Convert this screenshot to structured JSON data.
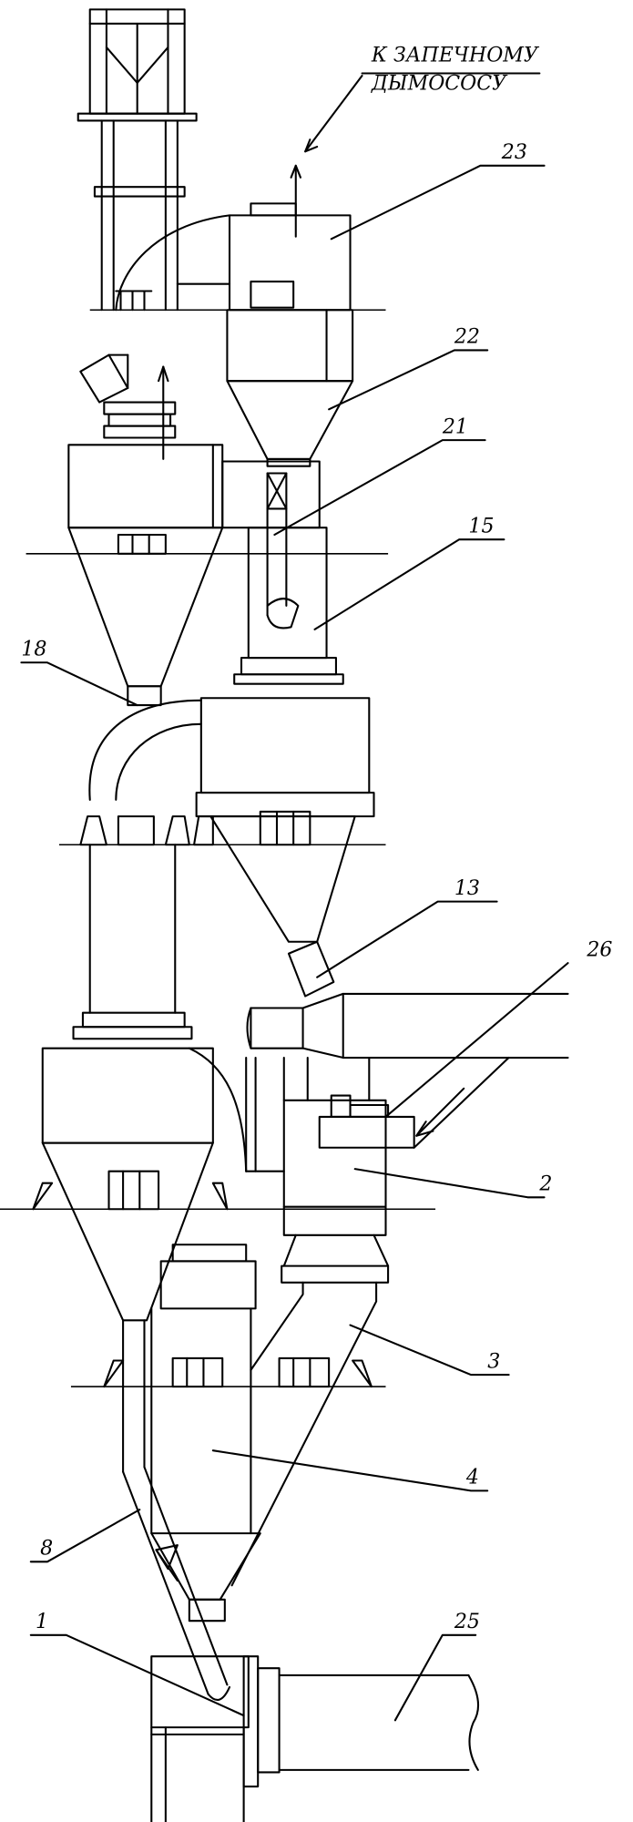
{
  "caption": {
    "line1": "К ЗАПЕЧНОМУ",
    "line2": "ДЫМОСОСУ"
  },
  "callouts": [
    {
      "id": "23",
      "label": "23"
    },
    {
      "id": "22",
      "label": "22"
    },
    {
      "id": "21",
      "label": "21"
    },
    {
      "id": "15",
      "label": "15"
    },
    {
      "id": "18",
      "label": "18"
    },
    {
      "id": "13",
      "label": "13"
    },
    {
      "id": "26",
      "label": "26"
    },
    {
      "id": "2",
      "label": "2"
    },
    {
      "id": "3",
      "label": "3"
    },
    {
      "id": "4",
      "label": "4"
    },
    {
      "id": "8",
      "label": "8"
    },
    {
      "id": "1",
      "label": "1"
    },
    {
      "id": "25",
      "label": "25"
    }
  ]
}
